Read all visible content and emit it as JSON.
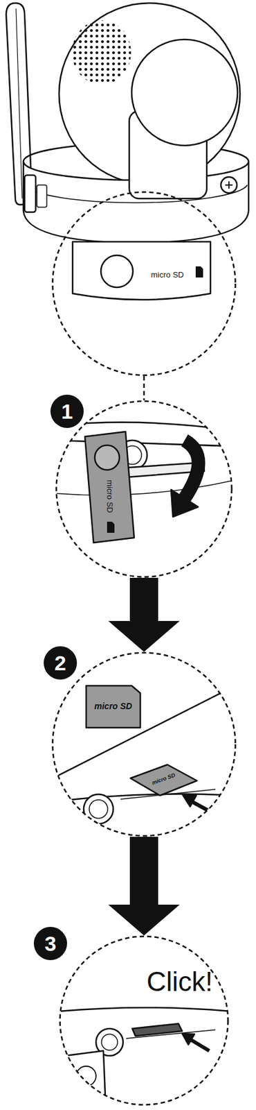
{
  "diagram": {
    "nodes": [
      {
        "text": [
          "micro SD"
        ]
      },
      {
        "text": [
          "1",
          "micro SD"
        ]
      },
      {
        "text": [
          "2",
          "micro SD",
          "micro SD"
        ]
      },
      {
        "text": [
          "3",
          "Click!"
        ]
      }
    ],
    "edges": [
      {
        "from": 0,
        "to": 1,
        "arrow": "none"
      },
      {
        "from": 1,
        "to": 2,
        "arrow": "to"
      },
      {
        "from": 2,
        "to": 3,
        "arrow": "to"
      }
    ]
  }
}
